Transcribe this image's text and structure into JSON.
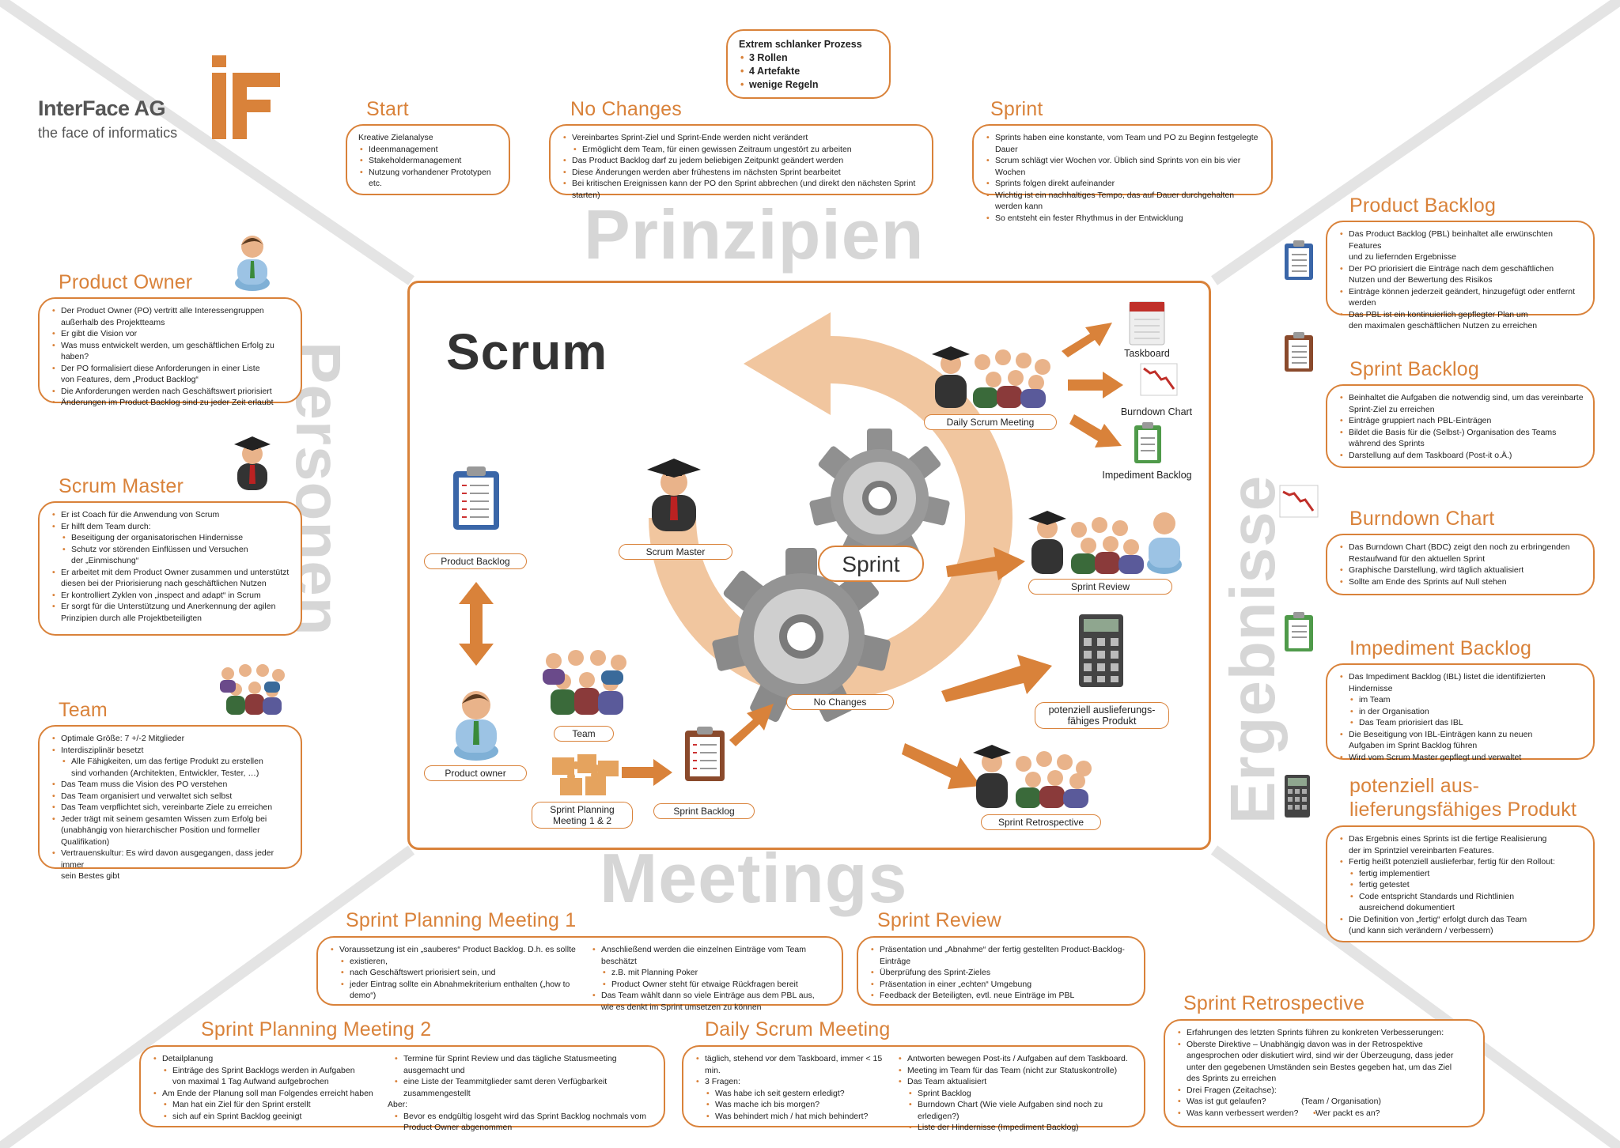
{
  "logo": {
    "company": "InterFace AG",
    "tagline": "the face of informatics",
    "mark": "iF"
  },
  "top_box": {
    "title": "Extrem schlanker Prozess",
    "items": [
      "3 Rollen",
      "4 Artefakte",
      "wenige Regeln"
    ]
  },
  "big_labels": {
    "prinzipien": "Prinzipien",
    "personen": "Personen",
    "ergebnisse": "Ergebnisse",
    "meetings": "Meetings"
  },
  "start": {
    "title": "Start",
    "items": [
      "Kreative Zielanalyse",
      "Ideenmanagement",
      "Stakeholdermanagement",
      "Nutzung vorhandener Prototypen etc."
    ]
  },
  "no_changes": {
    "title": "No Changes",
    "items": [
      "Vereinbartes Sprint-Ziel und Sprint-Ende werden nicht verändert",
      "Ermöglicht dem Team, für einen gewissen Zeitraum ungestört zu arbeiten",
      "Das Product Backlog darf zu jedem beliebigen Zeitpunkt geändert werden",
      "Diese Änderungen werden aber frühestens im nächsten Sprint bearbeitet",
      "Bei kritischen Ereignissen kann der PO den Sprint abbrechen (und direkt den nächsten Sprint starten)"
    ]
  },
  "sprint": {
    "title": "Sprint",
    "items": [
      "Sprints haben eine konstante, vom Team und PO zu Beginn festgelegte Dauer",
      "Scrum schlägt vier Wochen vor. Üblich sind Sprints von ein bis vier Wochen",
      "Sprints folgen direkt aufeinander",
      "Wichtig ist ein nachhaltiges Tempo, das auf Dauer durchgehalten werden kann",
      "So entsteht ein fester Rhythmus in der Entwicklung"
    ]
  },
  "product_owner": {
    "title": "Product Owner",
    "items": [
      "Der Product Owner (PO) vertritt alle Interessengruppen",
      "außerhalb des Projektteams",
      "Er gibt die Vision vor",
      "Was muss entwickelt werden, um geschäftlichen Erfolg zu haben?",
      "Der PO formalisiert diese Anforderungen in einer Liste",
      "von Features, dem „Product Backlog“",
      "Die Anforderungen werden nach Geschäftswert priorisiert",
      "Änderungen im Product Backlog sind zu jeder Zeit erlaubt"
    ]
  },
  "scrum_master": {
    "title": "Scrum Master",
    "items": [
      "Er ist Coach für die Anwendung von Scrum",
      "Er hilft dem Team durch:",
      "Beseitigung der organisatorischen Hindernisse",
      "Schutz vor störenden Einflüssen und Versuchen",
      "der „Einmischung“",
      "Er arbeitet mit dem Product Owner zusammen und unterstützt",
      "diesen bei der Priorisierung nach geschäftlichen Nutzen",
      "Er kontrolliert Zyklen von „inspect and adapt“ in Scrum",
      "Er sorgt für die Unterstützung und Anerkennung der agilen",
      "Prinzipien durch alle Projektbeteiligten"
    ]
  },
  "team": {
    "title": "Team",
    "items": [
      "Optimale Größe: 7 +/-2 Mitglieder",
      "Interdisziplinär besetzt",
      "Alle Fähigkeiten, um das fertige Produkt zu erstellen",
      "sind vorhanden (Architekten, Entwickler, Tester, …)",
      "Das Team muss die Vision des PO verstehen",
      "Das Team organisiert und verwaltet sich selbst",
      "Das Team verpflichtet sich, vereinbarte Ziele zu erreichen",
      "Jeder trägt mit seinem gesamten Wissen zum Erfolg bei",
      "(unabhängig von hierarchischer Position und formeller Qualifikation)",
      "Vertrauenskultur: Es wird davon ausgegangen, dass jeder immer",
      "sein Bestes gibt"
    ]
  },
  "product_backlog": {
    "title": "Product Backlog",
    "items": [
      "Das Product Backlog (PBL) beinhaltet alle erwünschten Features",
      "und zu liefernden Ergebnisse",
      "Der PO priorisiert die Einträge nach dem geschäftlichen",
      "Nutzen und der Bewertung des Risikos",
      "Einträge können jederzeit geändert, hinzugefügt oder entfernt werden",
      "Das PBL ist ein kontinuierlich gepflegter Plan um",
      "den maximalen geschäftlichen Nutzen zu erreichen"
    ]
  },
  "sprint_backlog": {
    "title": "Sprint Backlog",
    "items": [
      "Beinhaltet die Aufgaben die notwendig sind, um das vereinbarte",
      "Sprint-Ziel zu erreichen",
      "Einträge gruppiert nach PBL-Einträgen",
      "Bildet die Basis für die (Selbst-) Organisation des Teams",
      "während des Sprints",
      "Darstellung auf dem Taskboard (Post-it o.Ä.)"
    ]
  },
  "burndown_chart": {
    "title": "Burndown Chart",
    "items": [
      "Das Burndown Chart (BDC) zeigt den noch zu erbringenden",
      "Restaufwand für den aktuellen Sprint",
      "Graphische Darstellung, wird täglich aktualisiert",
      "Sollte am Ende des Sprints auf Null stehen"
    ]
  },
  "impediment_backlog": {
    "title": "Impediment Backlog",
    "items": [
      "Das Impediment Backlog (IBL) listet die identifizierten Hindernisse",
      "im Team",
      "in der Organisation",
      "Das Team priorisiert das IBL",
      "Die Beseitigung von IBL-Einträgen kann zu neuen",
      "Aufgaben im Sprint Backlog führen",
      "Wird vom Scrum Master gepflegt und verwaltet"
    ]
  },
  "produkt": {
    "title_1": "potenziell aus-",
    "title_2": "lieferungsfähiges Produkt",
    "items": [
      "Das Ergebnis eines Sprints ist die fertige Realisierung",
      "der im Sprintziel vereinbarten Features.",
      "Fertig heißt potenziell auslieferbar, fertig für den Rollout:",
      "fertig implementiert",
      "fertig getestet",
      "Code entspricht Standards und Richtlinien",
      "ausreichend dokumentiert",
      "Die Definition von „fertig“ erfolgt durch das Team",
      "(und kann sich verändern / verbessern)"
    ]
  },
  "spm1": {
    "title": "Sprint Planning Meeting 1",
    "left": [
      "Voraussetzung ist ein „sauberes“ Product Backlog. D.h. es sollte",
      "existieren,",
      "nach Geschäftswert priorisiert sein, und",
      "jeder Eintrag sollte ein Abnahmekriterium enthalten („how to demo“)"
    ],
    "right": [
      "Anschließend werden die einzelnen Einträge vom Team beschätzt",
      "z.B. mit Planning Poker",
      "Product Owner steht für etwaige Rückfragen bereit",
      "Das Team wählt dann so viele Einträge aus dem PBL aus,",
      "wie es denkt im Sprint umsetzen zu können"
    ]
  },
  "sprint_review": {
    "title": "Sprint Review",
    "items": [
      "Präsentation und „Abnahme“ der fertig gestellten Product-Backlog-Einträge",
      "Überprüfung des Sprint-Zieles",
      "Präsentation in einer „echten“ Umgebung",
      "Feedback der Beteiligten, evtl. neue Einträge im PBL"
    ]
  },
  "spm2": {
    "title": "Sprint Planning Meeting 2",
    "left": [
      "Detailplanung",
      "Einträge des Sprint Backlogs werden in Aufgaben",
      "von maximal 1 Tag Aufwand aufgebrochen",
      "Am Ende der Planung soll man Folgendes erreicht haben",
      "Man hat ein Ziel für den Sprint erstellt",
      "sich auf ein Sprint Backlog geeinigt"
    ],
    "right": [
      "Termine für Sprint Review und das tägliche Statusmeeting ausgemacht und",
      "eine Liste der Teammitglieder samt deren Verfügbarkeit zusammengestellt",
      "Aber:",
      "Bevor es endgültig losgeht wird das Sprint Backlog nochmals vom",
      "Product Owner abgenommen"
    ]
  },
  "daily_scrum": {
    "title": "Daily Scrum Meeting",
    "left": [
      "täglich, stehend vor dem Taskboard, immer < 15 min.",
      "3 Fragen:",
      "Was habe ich seit gestern erledigt?",
      "Was mache ich bis morgen?",
      "Was behindert mich / hat mich behindert?"
    ],
    "right": [
      "Antworten bewegen Post-its / Aufgaben auf dem Taskboard.",
      "Meeting im Team für das Team (nicht zur Statuskontrolle)",
      "Das Team aktualisiert",
      "Sprint Backlog",
      "Burndown Chart (Wie viele Aufgaben sind noch zu erledigen?)",
      "Liste der Hindernisse (Impediment Backlog)"
    ]
  },
  "retro": {
    "title": "Sprint Retrospective",
    "items": [
      "Erfahrungen des letzten Sprints führen zu konkreten Verbesserungen:",
      "Oberste Direktive – Unabhängig davon was in der Retrospektive",
      "angesprochen oder diskutiert wird, sind wir der Überzeugung, dass jeder",
      "unter den gegebenen Umständen sein Bestes gegeben hat, um das Ziel",
      "des Sprints zu erreichen",
      "Drei Fragen (Zeitachse):",
      "Was ist gut gelaufen?",
      "Was kann verbessert werden?"
    ],
    "side": [
      "(Team / Organisation)",
      "Wer packt es an?"
    ]
  },
  "center": {
    "title": "Scrum",
    "sprint": "Sprint",
    "tags": {
      "product_backlog": "Product Backlog",
      "product_owner": "Product owner",
      "scrum_master": "Scrum Master",
      "team": "Team",
      "spm_1": "Sprint Planning",
      "spm_2": "Meeting 1 & 2",
      "sprint_backlog": "Sprint Backlog",
      "no_changes": "No Changes",
      "daily_scrum": "Daily Scrum Meeting",
      "sprint_review": "Sprint Review",
      "produkt_1": "potenziell auslieferungs-",
      "produkt_2": "fähiges Produkt",
      "retro": "Sprint Retrospective"
    },
    "labels": {
      "taskboard": "Taskboard",
      "burndown": "Burndown Chart",
      "impediment": "Impediment Backlog"
    }
  },
  "colors": {
    "accent": "#d9823a",
    "big_text": "#d6d6d6",
    "cycle": "#f1c69f",
    "gear": "#8d8d8d"
  },
  "icons": [
    "clipboard-icon",
    "person-icon",
    "group-icon",
    "gear-icon",
    "calendar-icon",
    "chart-icon",
    "calculator-icon",
    "puzzle-icon",
    "arrow-icon"
  ]
}
